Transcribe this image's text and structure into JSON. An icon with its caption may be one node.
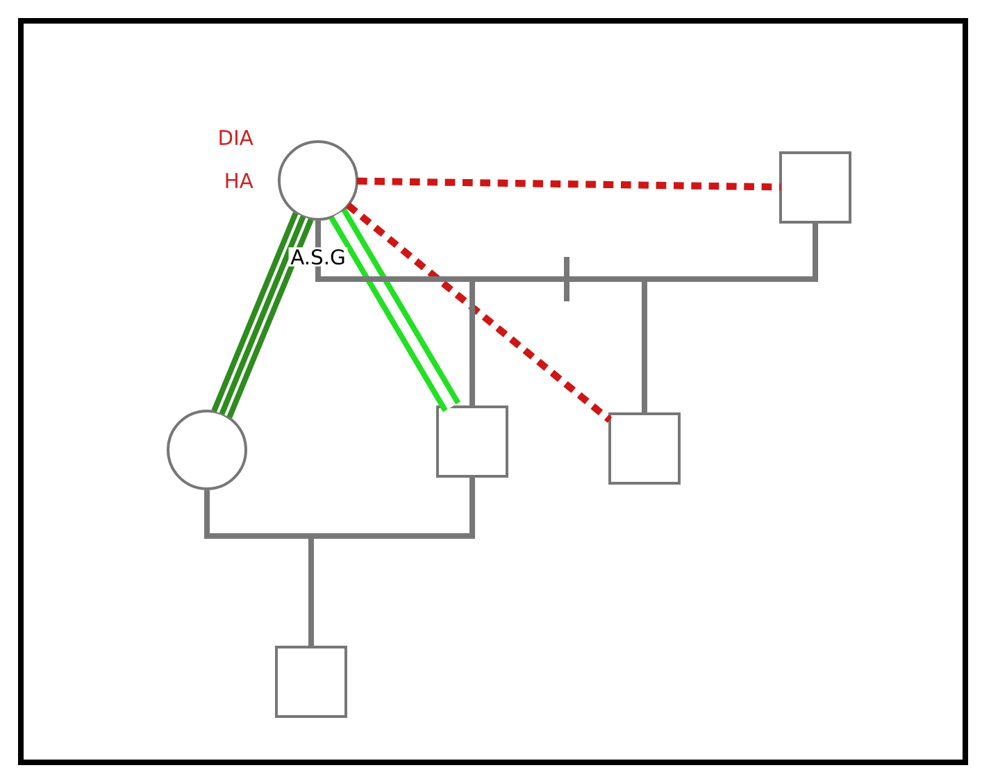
{
  "diagram": {
    "nodes": [
      {
        "text": [
          "A.S.G"
        ],
        "beside": [
          "DIA",
          "HA"
        ]
      },
      {
        "text": [],
        "shape": "box"
      },
      {
        "text": [],
        "shape": "circle"
      },
      {
        "text": [],
        "shape": "box"
      },
      {
        "text": [],
        "shape": "box"
      },
      {
        "text": [],
        "shape": "box"
      }
    ],
    "edges": [
      {
        "from": 0,
        "to": 1,
        "arrow": "none"
      },
      {
        "from": 0,
        "to": 3,
        "arrow": "none"
      },
      {
        "from": 1,
        "to": 3,
        "arrow": "none"
      },
      {
        "from": 0,
        "to": 4,
        "arrow": "none"
      },
      {
        "from": 1,
        "to": 4,
        "arrow": "none"
      },
      {
        "from": 2,
        "to": 3,
        "arrow": "none"
      },
      {
        "from": 2,
        "to": 5,
        "arrow": "none"
      },
      {
        "from": 3,
        "to": 5,
        "arrow": "none"
      },
      {
        "from": 0,
        "to": 1,
        "arrow": "none",
        "style": "dashed",
        "color": "#d01515"
      },
      {
        "from": 0,
        "to": 4,
        "arrow": "none",
        "style": "dashed",
        "color": "#d01515"
      },
      {
        "from": 0,
        "to": 2,
        "arrow": "none",
        "style": "thick",
        "color": "#2e8b1e"
      },
      {
        "from": 0,
        "to": 3,
        "arrow": "none",
        "style": "thick",
        "color": "#22e022"
      }
    ]
  }
}
